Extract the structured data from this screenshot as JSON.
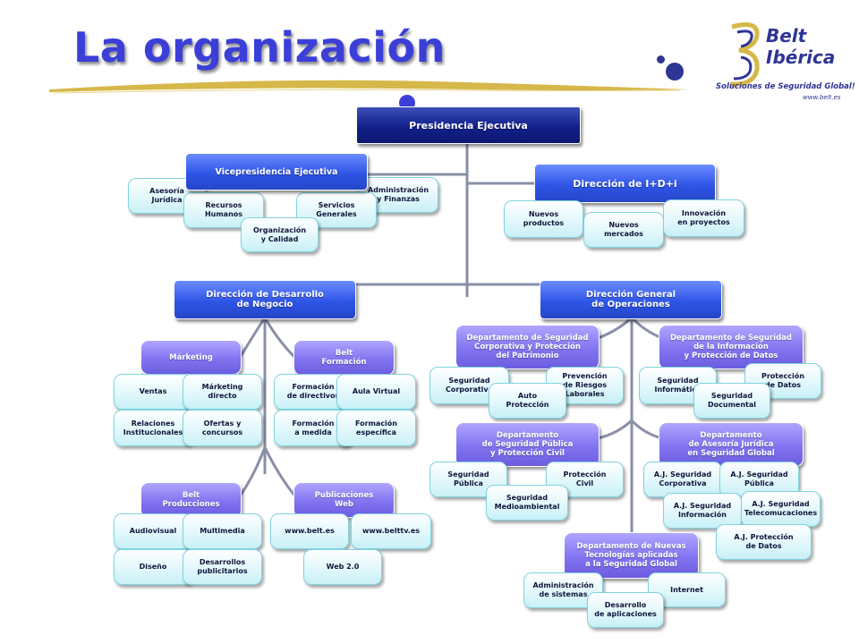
{
  "title": "La organización",
  "logo": {
    "line1": "Belt",
    "line2": "Ibérica",
    "tagline": "Soluciones de Seguridad Global",
    "web": "www.belt.es"
  },
  "colors": {
    "title": "#3b3fd8",
    "node_blue": "#2f55e6",
    "node_dark": "#12208a",
    "node_purple": "#8273f0",
    "node_cyan": "#dff7fb",
    "swoosh": "#d6b84a",
    "lines": "#8a8fa8"
  },
  "nodes": {
    "presidencia": "Presidencia Ejecutiva",
    "vicepresidencia": "Vicepresidencia Ejecutiva",
    "asesoria_juridica": "Asesoría\nJurídica",
    "recursos_humanos": "Recursos\nHumanos",
    "organizacion_calidad": "Organización\ny Calidad",
    "servicios_generales": "Servicios\nGenerales",
    "admin_finanzas": "Administración\ny Finanzas",
    "direccion_idi": "Dirección de I+D+i",
    "nuevos_productos": "Nuevos\nproductos",
    "nuevos_mercados": "Nuevos\nmercados",
    "innovacion_proyectos": "Innovación\nen proyectos",
    "dir_desarrollo": "Dirección de Desarrollo\nde Negocio",
    "dir_operaciones": "Dirección General\nde Operaciones",
    "marketing": "Márketing",
    "belt_formacion": "Belt\nFormación",
    "ventas": "Ventas",
    "marketing_directo": "Márketing\ndirecto",
    "relaciones_inst": "Relaciones\nInstitucionales",
    "ofertas_concursos": "Ofertas y\nconcursos",
    "formacion_directivos": "Formación\nde directivos",
    "aula_virtual": "Aula Virtual",
    "formacion_medida": "Formación\na medida",
    "formacion_especifica": "Formación\nespecífica",
    "belt_producciones": "Belt\nProducciones",
    "publicaciones_web": "Publicaciones\nWeb",
    "audiovisual": "Audiovisual",
    "multimedia": "Multimedia",
    "diseno": "Diseño",
    "desarrollos_publicitarios": "Desarrollos\npublicitarios",
    "www_belt": "www.belt.es",
    "www_belttv": "www.belttv.es",
    "web20": "Web 2.0",
    "dep_seg_corporativa": "Departamento de Seguridad\nCorporativa y Protección\ndel Patrimonio",
    "seg_corporativa": "Seguridad\nCorporativa",
    "prevencion_riesgos": "Prevención\nde Riesgos\nLaborales",
    "auto_proteccion": "Auto\nProtección",
    "dep_seg_informacion": "Departamento de Seguridad\nde la Información\ny Protección de Datos",
    "seg_informatica": "Seguridad\nInformática",
    "proteccion_datos": "Protección\nde Datos",
    "seg_documental": "Seguridad\nDocumental",
    "dep_seg_publica": "Departamento\nde Seguridad Pública\ny Protección Civil",
    "seg_publica": "Seguridad\nPública",
    "proteccion_civil": "Protección\nCivil",
    "seg_medioambiental": "Seguridad\nMedioambiental",
    "dep_asesoria": "Departamento\nde Asesoría Jurídica\nen Seguridad Global",
    "aj_corporativa": "A.J. Seguridad\nCorporativa",
    "aj_publica": "A.J. Seguridad\nPública",
    "aj_informacion": "A.J. Seguridad\nInformación",
    "aj_telecom": "A.J. Seguridad\nTelecomucaciones",
    "aj_proteccion_datos": "A.J. Protección\nde Datos",
    "dep_nuevas_tec": "Departamento de Nuevas\nTecnologías aplicadas\na la Seguridad Global",
    "admin_sistemas": "Administración\nde sistemas",
    "internet": "Internet",
    "desarrollo_aplicaciones": "Desarrollo\nde aplicaciones"
  }
}
